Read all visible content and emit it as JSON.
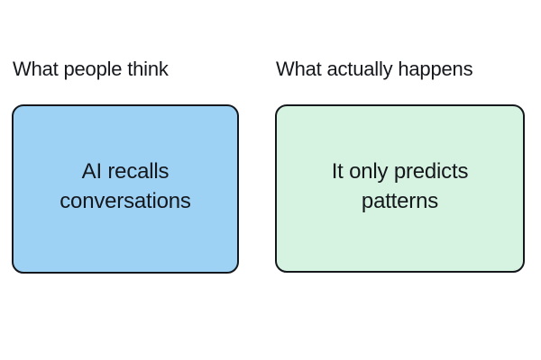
{
  "diagram": {
    "background_color": "#ffffff",
    "type": "two-panel-comparison",
    "panels": [
      {
        "heading": "What people think",
        "box": {
          "fill_color": "#9ed2f5",
          "border_color": "#14171c",
          "text_lines": [
            "AI recalls",
            "conversations"
          ],
          "text_color": "#14171c"
        }
      },
      {
        "heading": "What actually happens",
        "box": {
          "fill_color": "#d6f2e0",
          "border_color": "#14171c",
          "text_lines": [
            "It only predicts",
            "patterns"
          ],
          "text_color": "#14171c"
        }
      }
    ]
  }
}
